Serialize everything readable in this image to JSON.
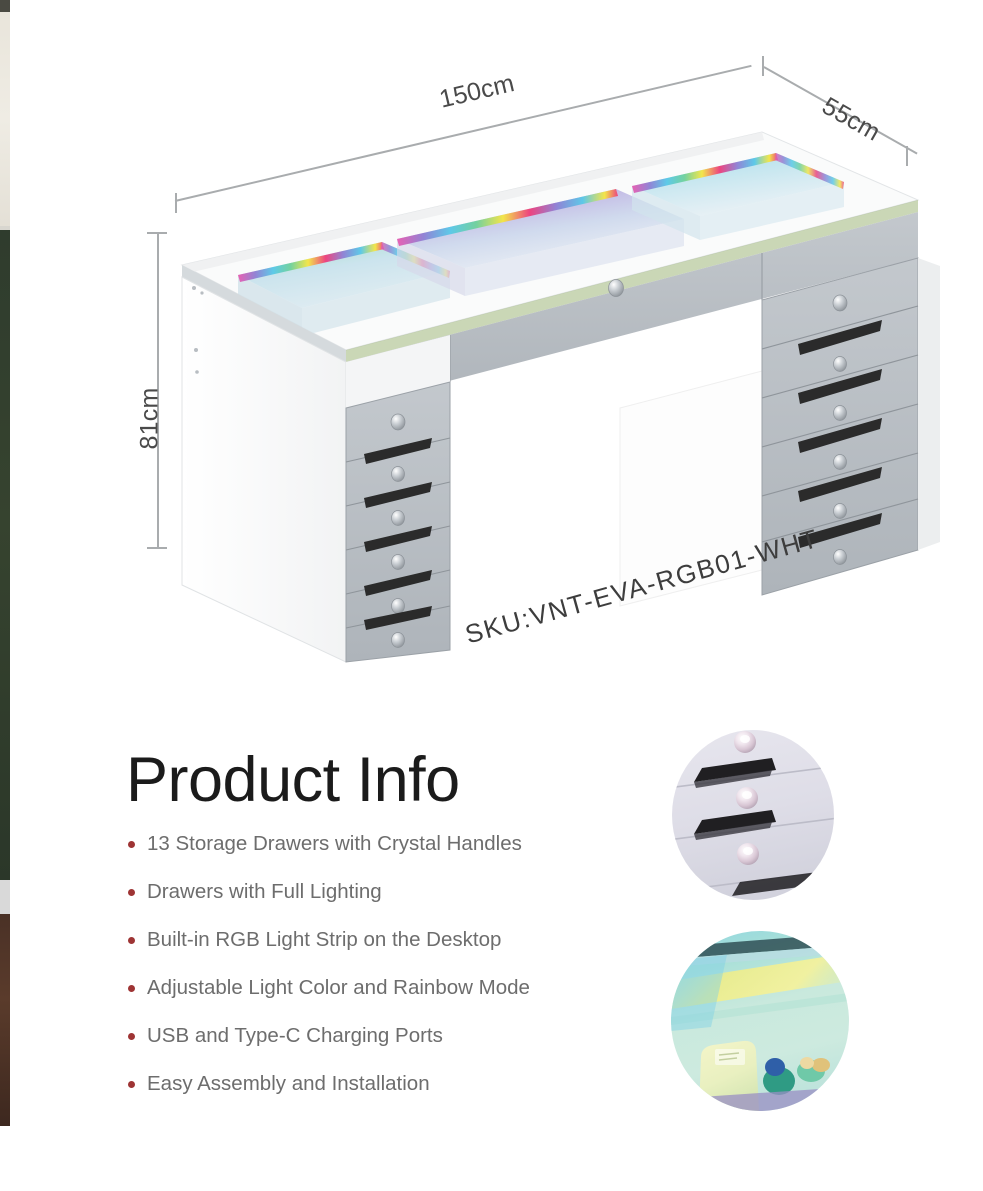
{
  "product": {
    "sku_label": "SKU:VNT-EVA-RGB01-WHT",
    "dimensions": {
      "width_label": "150cm",
      "depth_label": "55cm",
      "height_label": "81cm"
    }
  },
  "info_section": {
    "heading": "Product Info",
    "bullet_color": "#9e3434",
    "text_color": "#6d6d6d",
    "features": [
      "13 Storage Drawers with Crystal Handles",
      "Drawers with Full Lighting",
      "Built-in RGB Light Strip on the Desktop",
      " Adjustable Light Color and Rainbow Mode",
      "USB and Type-C Charging Ports",
      "Easy Assembly and Installation"
    ]
  },
  "photos": [
    {
      "name": "drawers-with-crystal-handles-closeup"
    },
    {
      "name": "lit-drawer-interior-closeup"
    }
  ],
  "illustration": {
    "name": "white-rgb-vanity-desk-3d-view",
    "drawer_count_left": 6,
    "drawer_count_right": 6,
    "drawer_count_center": 1,
    "body_color": "#ffffff",
    "front_color": "#b9bec3",
    "handle_color": "#2b2b2b",
    "rgb_colors": [
      "#f5e642",
      "#ef3d7a",
      "#58c8e8",
      "#8f7fd4",
      "#6fd19b",
      "#e85ab0"
    ]
  }
}
